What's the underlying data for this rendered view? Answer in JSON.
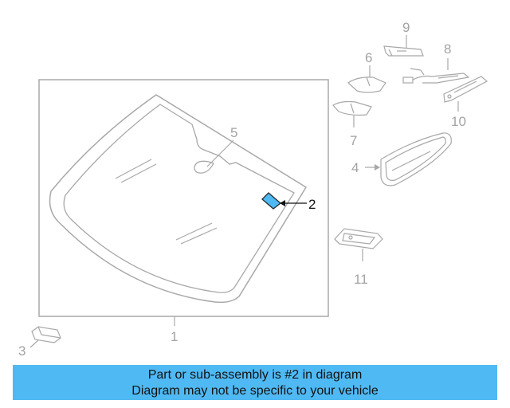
{
  "diagram": {
    "callouts": {
      "c1": "1",
      "c2": "2",
      "c3": "3",
      "c4": "4",
      "c5": "5",
      "c6": "6",
      "c7": "7",
      "c8": "8",
      "c9": "9",
      "c10": "10",
      "c11": "11"
    },
    "highlight_color": "#4fb9f3",
    "line_color": "#a8a8a8"
  },
  "banner": {
    "line1": "Part or sub-assembly is #2 in diagram",
    "line2": "Diagram may not be specific to your vehicle",
    "background": "#4fb9f3"
  }
}
